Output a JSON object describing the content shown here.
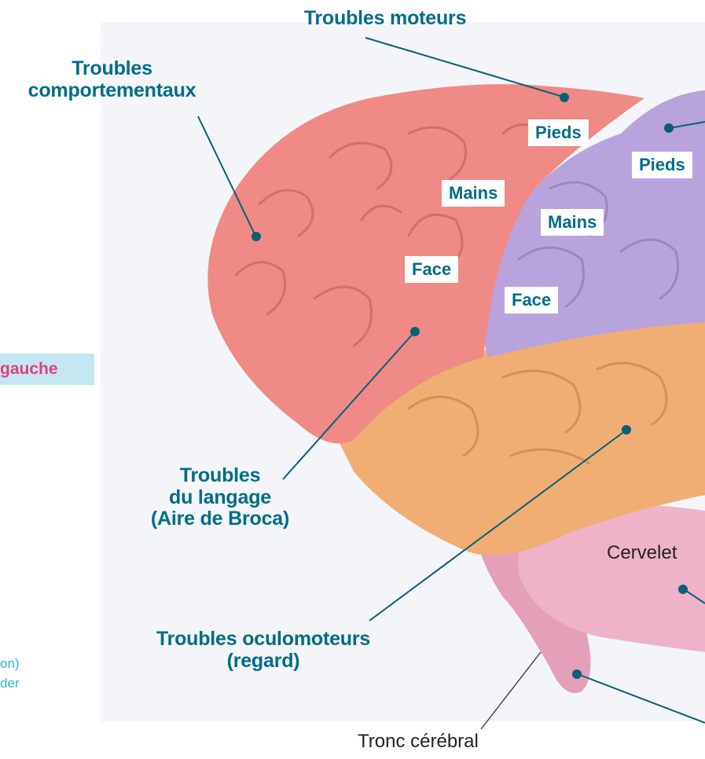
{
  "labels": {
    "troubles_moteurs": "Troubles moteurs",
    "troubles_comportementaux_1": "Troubles",
    "troubles_comportementaux_2": "comportementaux",
    "troubles_langage_1": "Troubles",
    "troubles_langage_2": "du langage",
    "troubles_langage_3": "(Aire de Broca)",
    "troubles_oculo_1": "Troubles oculomoteurs",
    "troubles_oculo_2": "(regard)",
    "cervelet": "Cervelet",
    "tronc": "Tronc cérébral"
  },
  "boxes": {
    "pieds_red": "Pieds",
    "mains_red": "Mains",
    "face_red": "Face",
    "pieds_purple": "Pieds",
    "mains_purple": "Mains",
    "face_purple": "Face"
  },
  "left_edge": {
    "side_label": "gauche",
    "fragment_1": "on)",
    "fragment_2": "der"
  },
  "colors": {
    "frontal": "#ef8a86",
    "parietal": "#b9a3dc",
    "temporal": "#f1ae74",
    "cerebellum": "#e9a8c2",
    "leader_line": "#0b5f78"
  }
}
